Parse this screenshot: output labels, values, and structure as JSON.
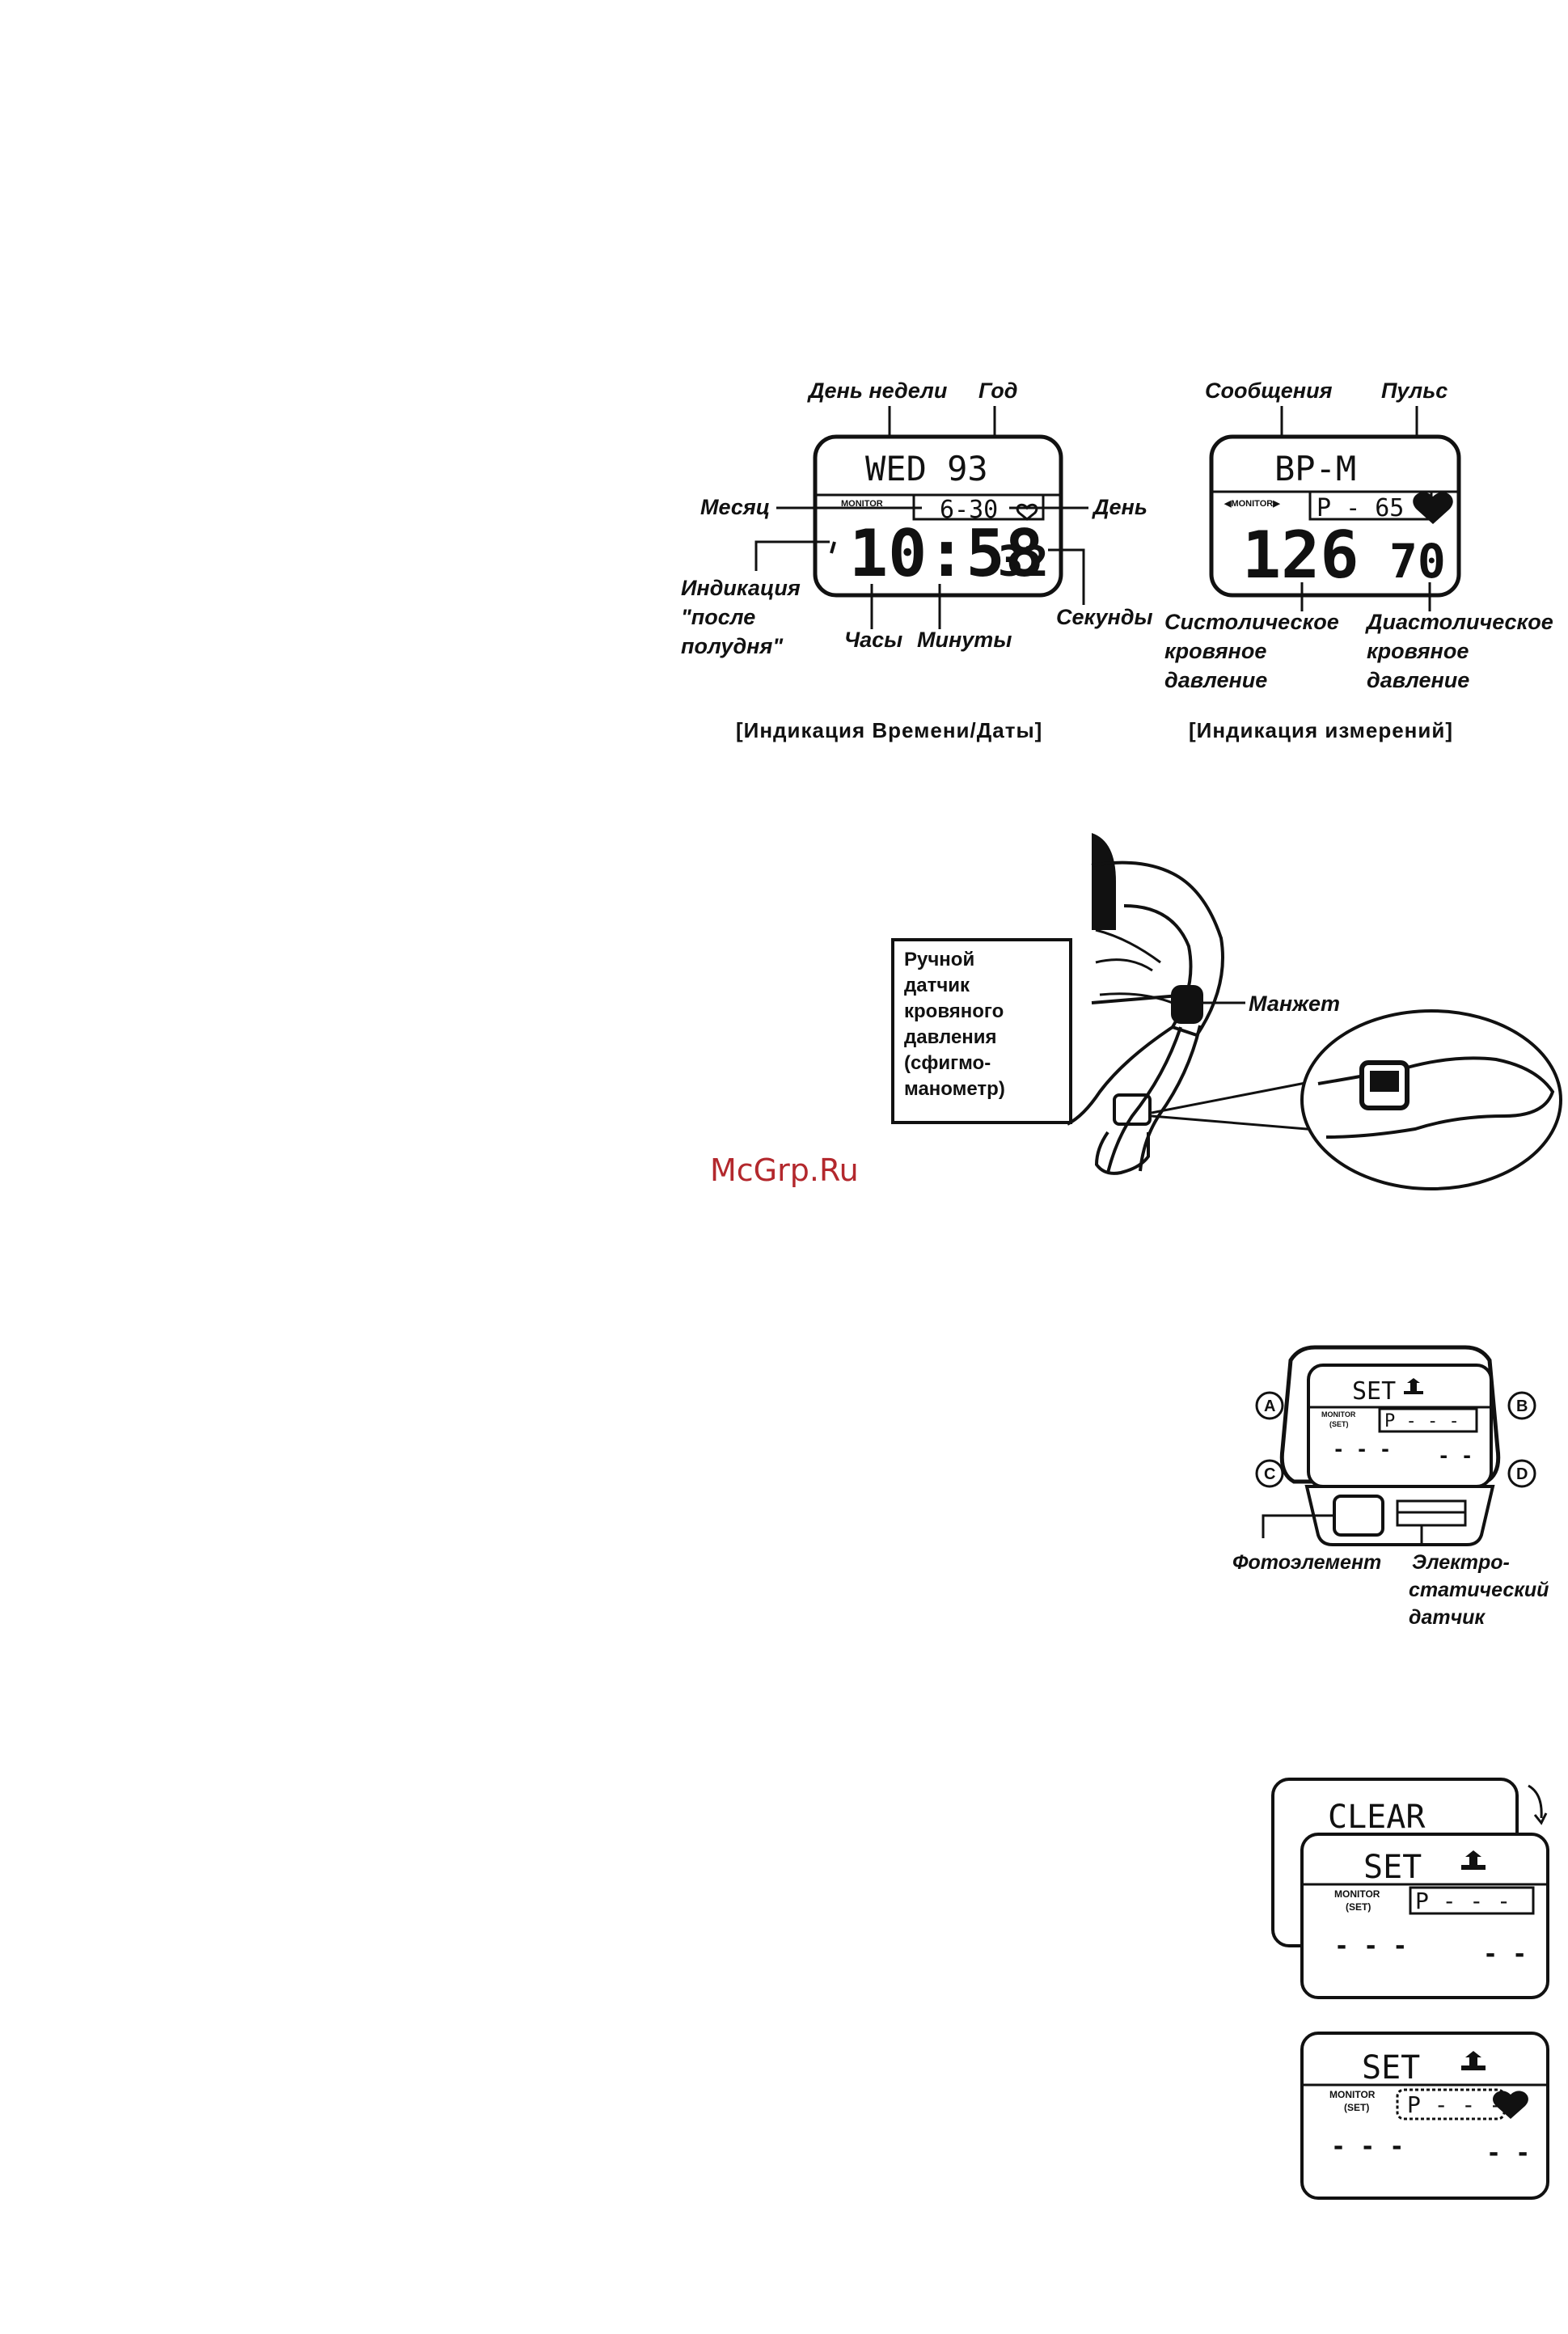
{
  "time_panel": {
    "caption": "[Индикация Времени/Даты]",
    "label_weekday": "День недели",
    "label_year": "Год",
    "label_month": "Месяц",
    "label_day": "День",
    "label_pm_1": "Индикация",
    "label_pm_2": "\"после",
    "label_pm_3": "полудня\"",
    "label_hours": "Часы",
    "label_minutes": "Минуты",
    "label_seconds": "Секунды",
    "lcd_weekday_year": "WED 93",
    "lcd_monitor": "MONITOR",
    "lcd_date": "6-30",
    "lcd_time": "10:58",
    "lcd_seconds": "32"
  },
  "measure_panel": {
    "caption": "[Индикация измерений]",
    "label_messages": "Сообщения",
    "label_pulse": "Пульс",
    "label_systolic_1": "Систолическое",
    "label_systolic_2": "кровяное",
    "label_systolic_3": "давление",
    "label_diastolic_1": "Диастолическое",
    "label_diastolic_2": "кровяное",
    "label_diastolic_3": "давление",
    "lcd_message": "BP-M",
    "lcd_monitor": "◀MONITOR▶",
    "lcd_pulse": "P - 65",
    "lcd_systolic": "126",
    "lcd_diastolic": "70"
  },
  "arm_illustration": {
    "box_line_1": "Ручной",
    "box_line_2": "датчик",
    "box_line_3": "кровяного",
    "box_line_4": "давления",
    "box_line_5": "(сфигмо-",
    "box_line_6": "манометр)",
    "label_cuff": "Манжет"
  },
  "watermark": "McGrp.Ru",
  "watch_illustration": {
    "button_a": "A",
    "button_b": "B",
    "button_c": "C",
    "button_d": "D",
    "lcd_set": "SET",
    "lcd_monitor": "MONITOR",
    "lcd_set_small": "(SET)",
    "lcd_pulse": "P - - -",
    "lcd_dashes": "- - -",
    "lcd_dashes_right": "- -",
    "label_photo": "Фотоэлемент",
    "label_sensor_1": "Электро-",
    "label_sensor_2": "статический",
    "label_sensor_3": "датчик"
  },
  "screens": {
    "clear": "CLEAR",
    "set": "SET",
    "monitor": "MONITOR",
    "monitor_set": "(SET)",
    "pulse_empty": "P - - -",
    "dashes_left": "- - -",
    "dashes_right": "- -"
  }
}
